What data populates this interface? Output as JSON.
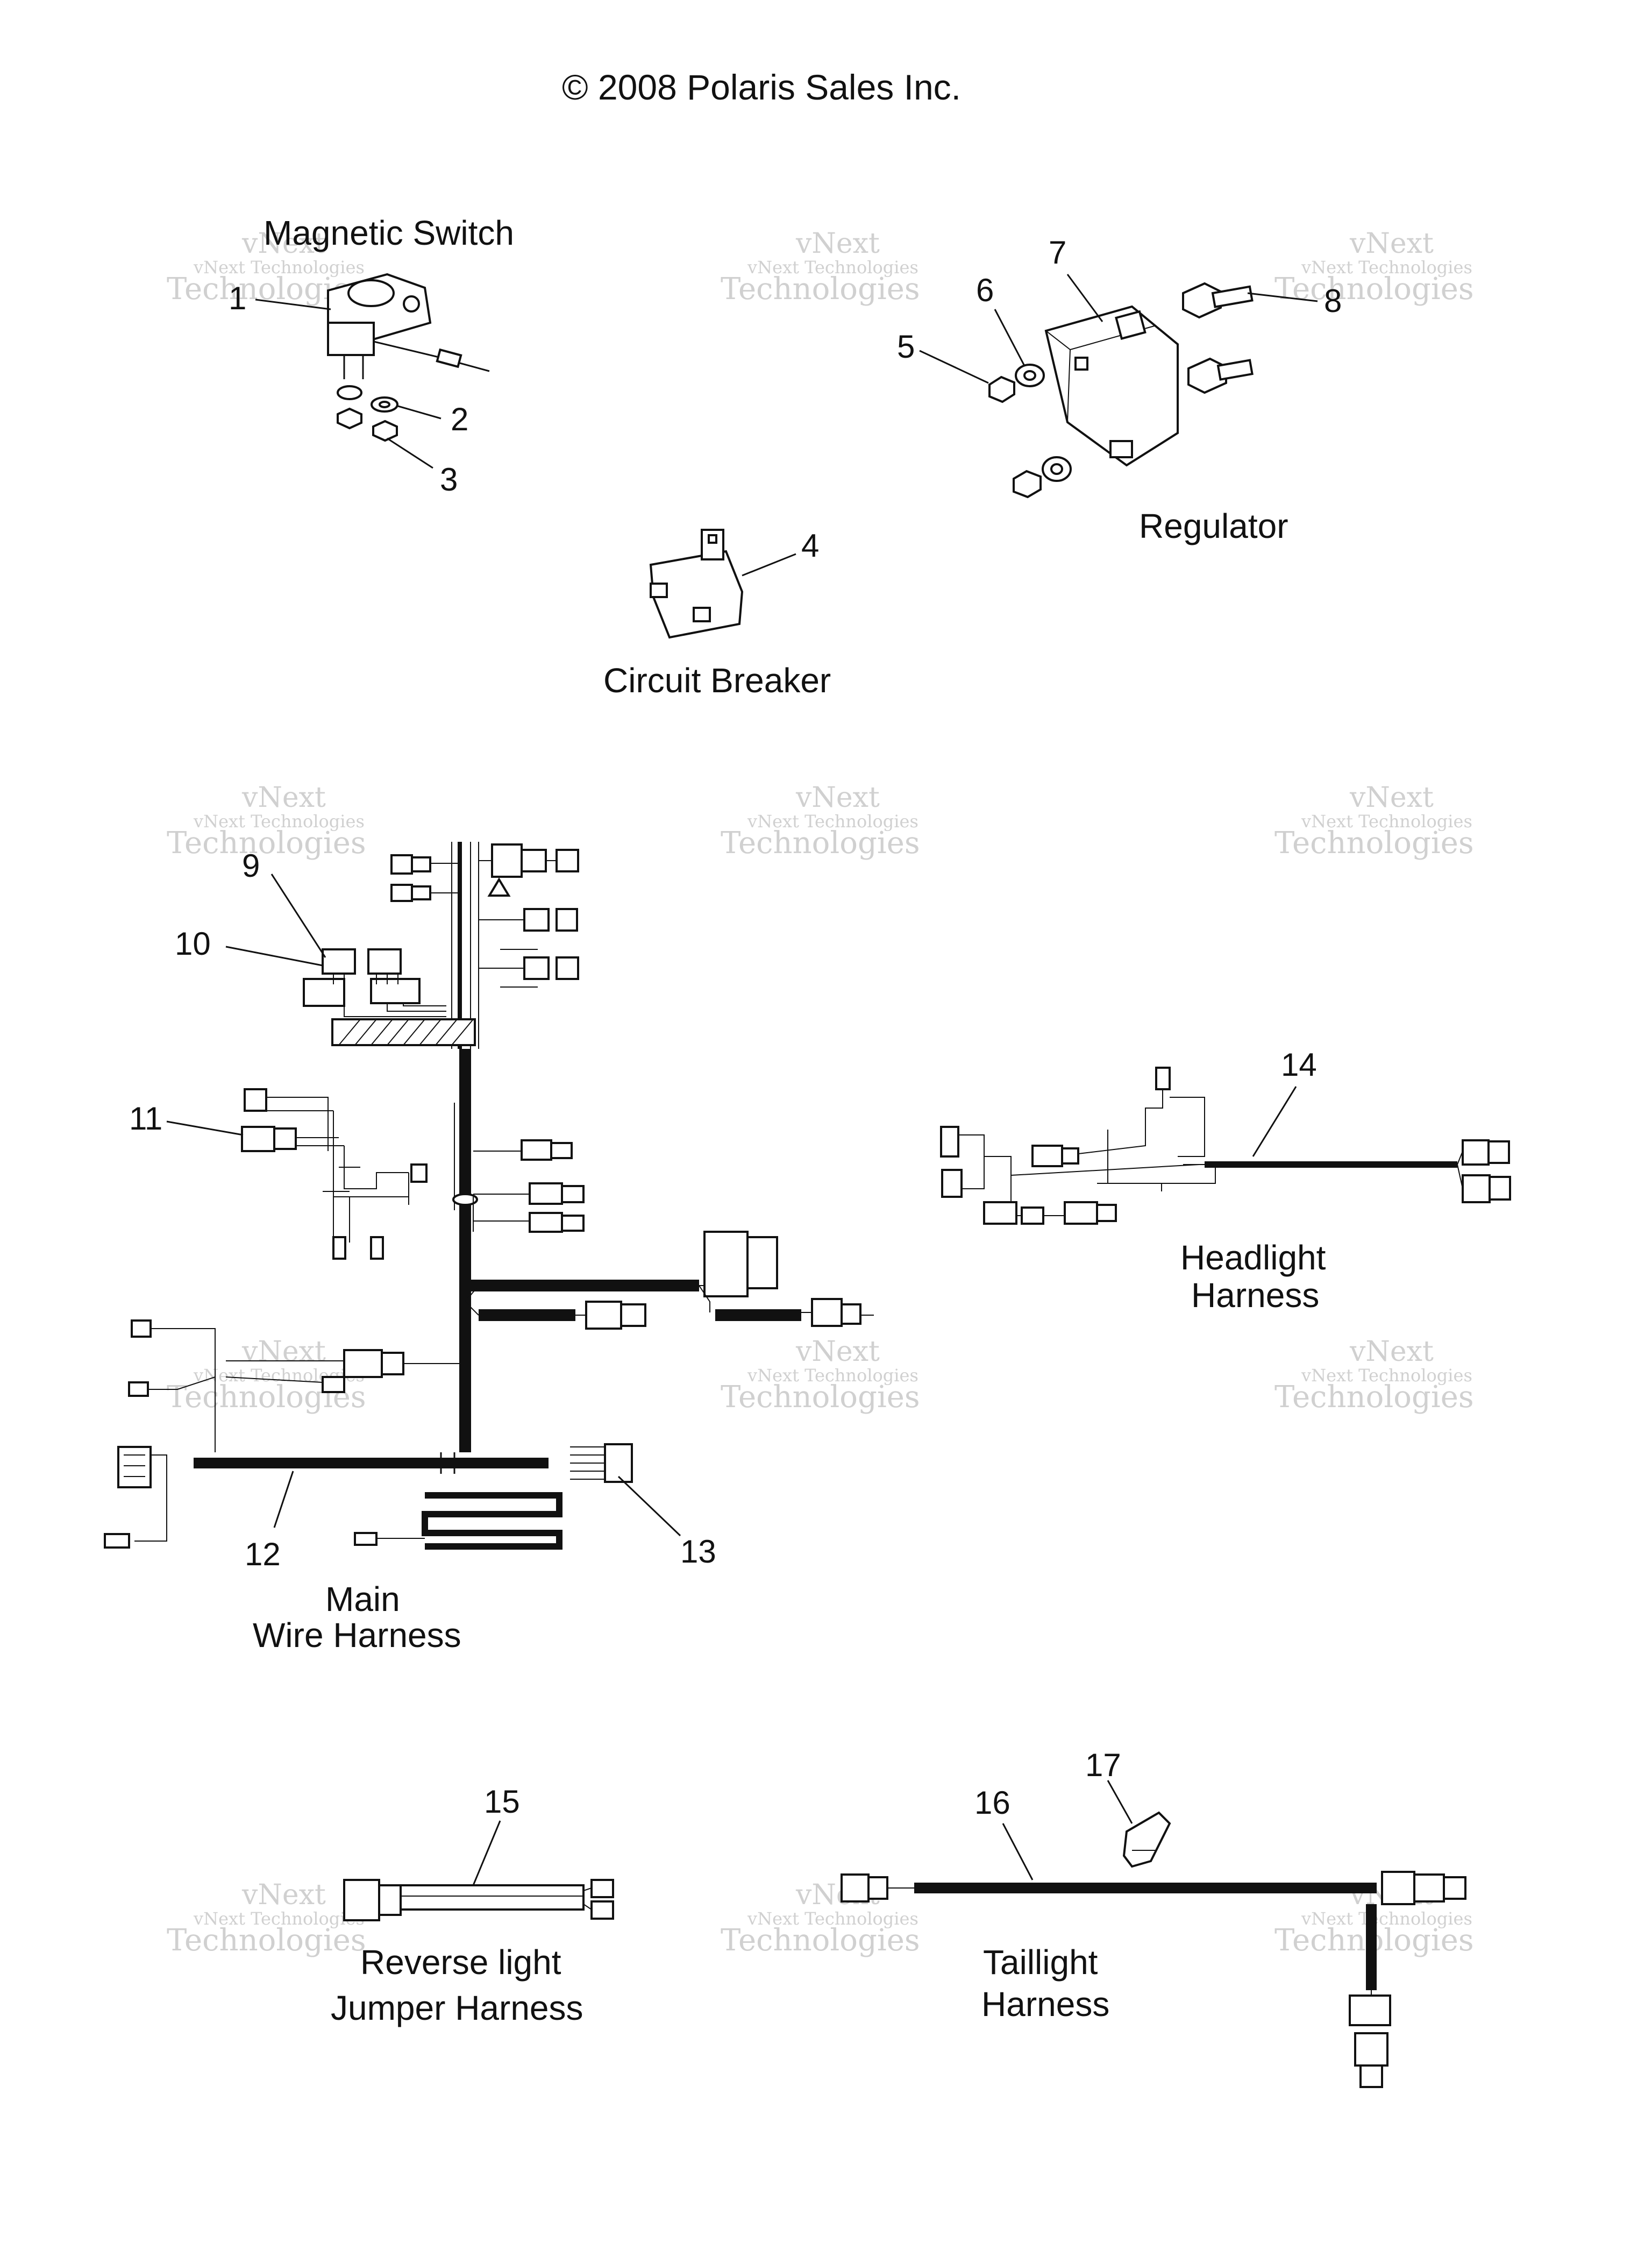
{
  "copyright": "© 2008 Polaris Sales Inc.",
  "watermark": {
    "line1": "vNext",
    "line2": "vNext Technologies",
    "line3": "Technologies"
  },
  "groups": {
    "magnetic_switch": "Magnetic Switch",
    "regulator": "Regulator",
    "circuit_breaker": "Circuit Breaker",
    "main_harness_line1": "Main",
    "main_harness_line2": "Wire Harness",
    "headlight_line1": "Headlight",
    "headlight_line2": "Harness",
    "reverse_line1": "Reverse light",
    "reverse_line2": "Jumper Harness",
    "taillight_line1": "Taillight",
    "taillight_line2": "Harness"
  },
  "callouts": [
    "1",
    "2",
    "3",
    "4",
    "5",
    "6",
    "7",
    "8",
    "9",
    "10",
    "11",
    "12",
    "13",
    "14",
    "15",
    "16",
    "17"
  ]
}
